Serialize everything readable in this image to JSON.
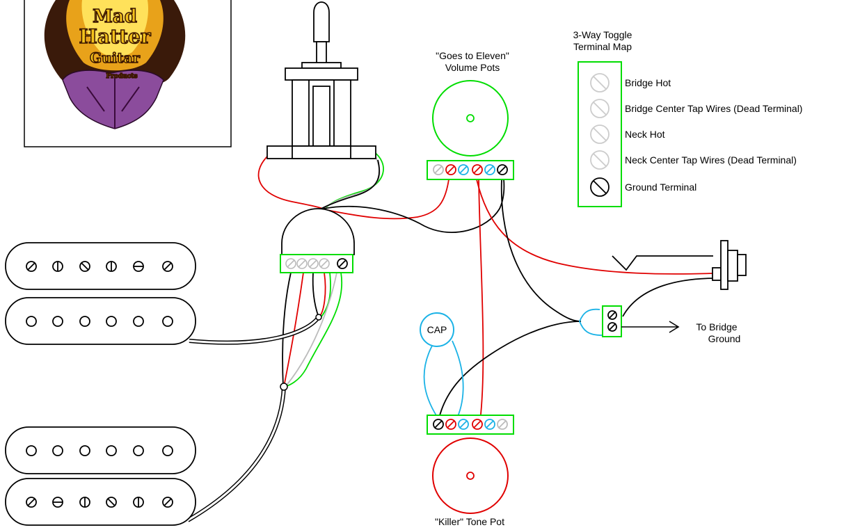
{
  "logo": {
    "line1": "Mad",
    "line2": "Hatter",
    "line3": "Guitar",
    "line4": "Products"
  },
  "volume_pots": {
    "title_line1": "\"Goes to Eleven\"",
    "title_line2": "Volume Pots"
  },
  "tone_pot": {
    "title": "\"Killer\" Tone Pot"
  },
  "cap": {
    "label": "CAP"
  },
  "bridge_ground": {
    "line1": "To Bridge",
    "line2": "Ground"
  },
  "terminal_map": {
    "title_line1": "3-Way Toggle",
    "title_line2": "Terminal Map",
    "items": [
      {
        "label": "Bridge Hot"
      },
      {
        "label": "Bridge Center Tap Wires (Dead Terminal)"
      },
      {
        "label": "Neck Hot"
      },
      {
        "label": "Neck Center Tap Wires (Dead Terminal)"
      },
      {
        "label": "Ground Terminal"
      }
    ]
  },
  "colors": {
    "hot": "#e00000",
    "ground": "#000000",
    "green": "#00dd00",
    "blue": "#1ab2e6",
    "grey": "#bbbbbb",
    "white": "#ffffff"
  }
}
